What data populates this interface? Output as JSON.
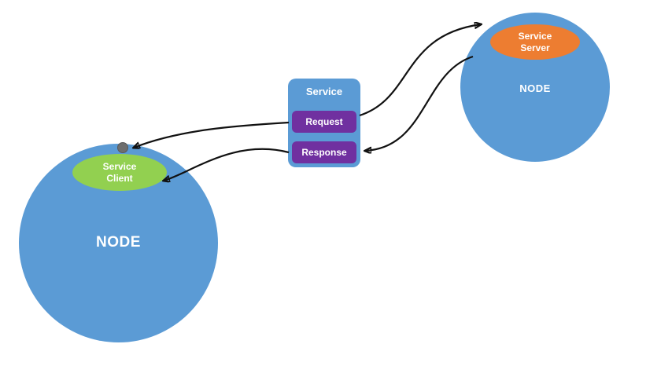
{
  "left_node": {
    "label": "NODE",
    "client_line1": "Service",
    "client_line2": "Client"
  },
  "right_node": {
    "label": "NODE",
    "server_line1": "Service",
    "server_line2": "Server"
  },
  "service_box": {
    "title": "Service",
    "request": "Request",
    "response": "Response"
  },
  "colors": {
    "node_blue": "#5b9bd5",
    "client_green": "#92d050",
    "server_orange": "#ed7d31",
    "action_purple": "#7030a0",
    "arrow_black": "#111111",
    "dot_gray": "#6e6e6e",
    "background": "#ffffff"
  }
}
